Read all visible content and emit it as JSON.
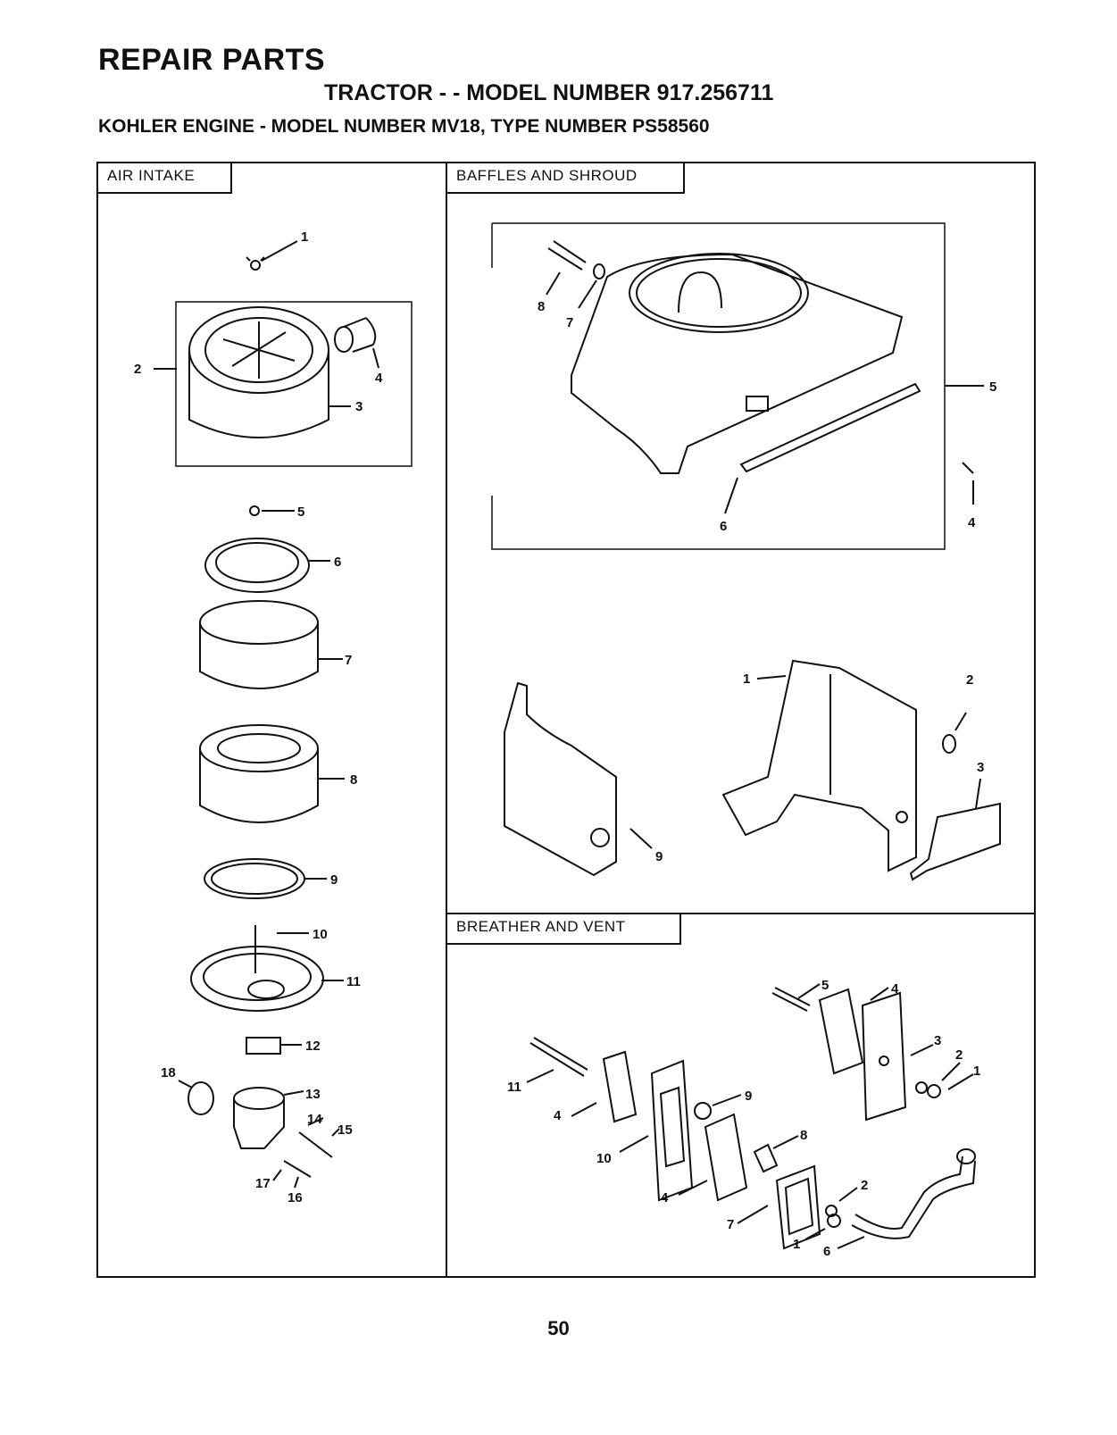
{
  "header": {
    "title": "REPAIR PARTS",
    "subtitle": "TRACTOR - - MODEL NUMBER 917.256711",
    "engine_line": "KOHLER ENGINE - MODEL NUMBER MV18, TYPE NUMBER PS58560"
  },
  "sections": {
    "air_intake": {
      "title": "AIR INTAKE",
      "callouts": [
        "1",
        "2",
        "3",
        "4",
        "5",
        "6",
        "7",
        "8",
        "9",
        "10",
        "11",
        "12",
        "13",
        "14",
        "15",
        "16",
        "17",
        "18"
      ]
    },
    "baffles": {
      "title": "BAFFLES AND SHROUD",
      "callouts": [
        "8",
        "7",
        "5",
        "6",
        "4",
        "1",
        "2",
        "3",
        "9"
      ]
    },
    "breather": {
      "title": "BREATHER AND VENT",
      "callouts": [
        "5",
        "4",
        "3",
        "2",
        "1",
        "11",
        "4",
        "9",
        "10",
        "8",
        "4",
        "2",
        "7",
        "1",
        "6"
      ]
    }
  },
  "page_number": "50",
  "icons": [
    "wing-nut-icon",
    "air-cleaner-cover-icon",
    "filter-element-icon",
    "base-plate-icon",
    "elbow-icon",
    "blower-housing-icon",
    "side-baffle-icon",
    "breather-plate-icon",
    "vent-tube-icon"
  ]
}
